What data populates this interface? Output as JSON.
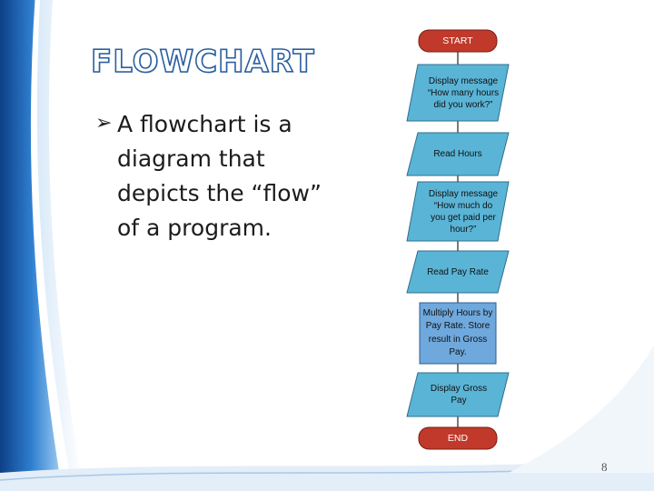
{
  "slide": {
    "title": "FLOWCHART",
    "bullet_text": "A flowchart is a diagram that depicts the “flow” of a program.",
    "page_number": "8"
  },
  "flowchart": {
    "nodes": [
      {
        "id": "start",
        "shape": "terminal",
        "label": "START"
      },
      {
        "id": "ask_hours",
        "shape": "parallelogram",
        "label": "Display message “How many hours did you work?”"
      },
      {
        "id": "read_hours",
        "shape": "parallelogram",
        "label": "Read Hours"
      },
      {
        "id": "ask_rate",
        "shape": "parallelogram",
        "label": "Display message “How much do you get paid per hour?”"
      },
      {
        "id": "read_rate",
        "shape": "parallelogram",
        "label": "Read Pay Rate"
      },
      {
        "id": "multiply",
        "shape": "process",
        "label": "Multiply Hours by Pay Rate. Store result in Gross Pay."
      },
      {
        "id": "display_gross",
        "shape": "parallelogram",
        "label": "Display Gross Pay"
      },
      {
        "id": "end",
        "shape": "terminal",
        "label": "END"
      }
    ]
  },
  "colors": {
    "terminal_fill": "#c0392b",
    "io_fill": "#5ab4d6",
    "process_fill": "#6fa8dc",
    "title_outline": "#2b5f9e",
    "left_band": "#1f5fa8"
  }
}
